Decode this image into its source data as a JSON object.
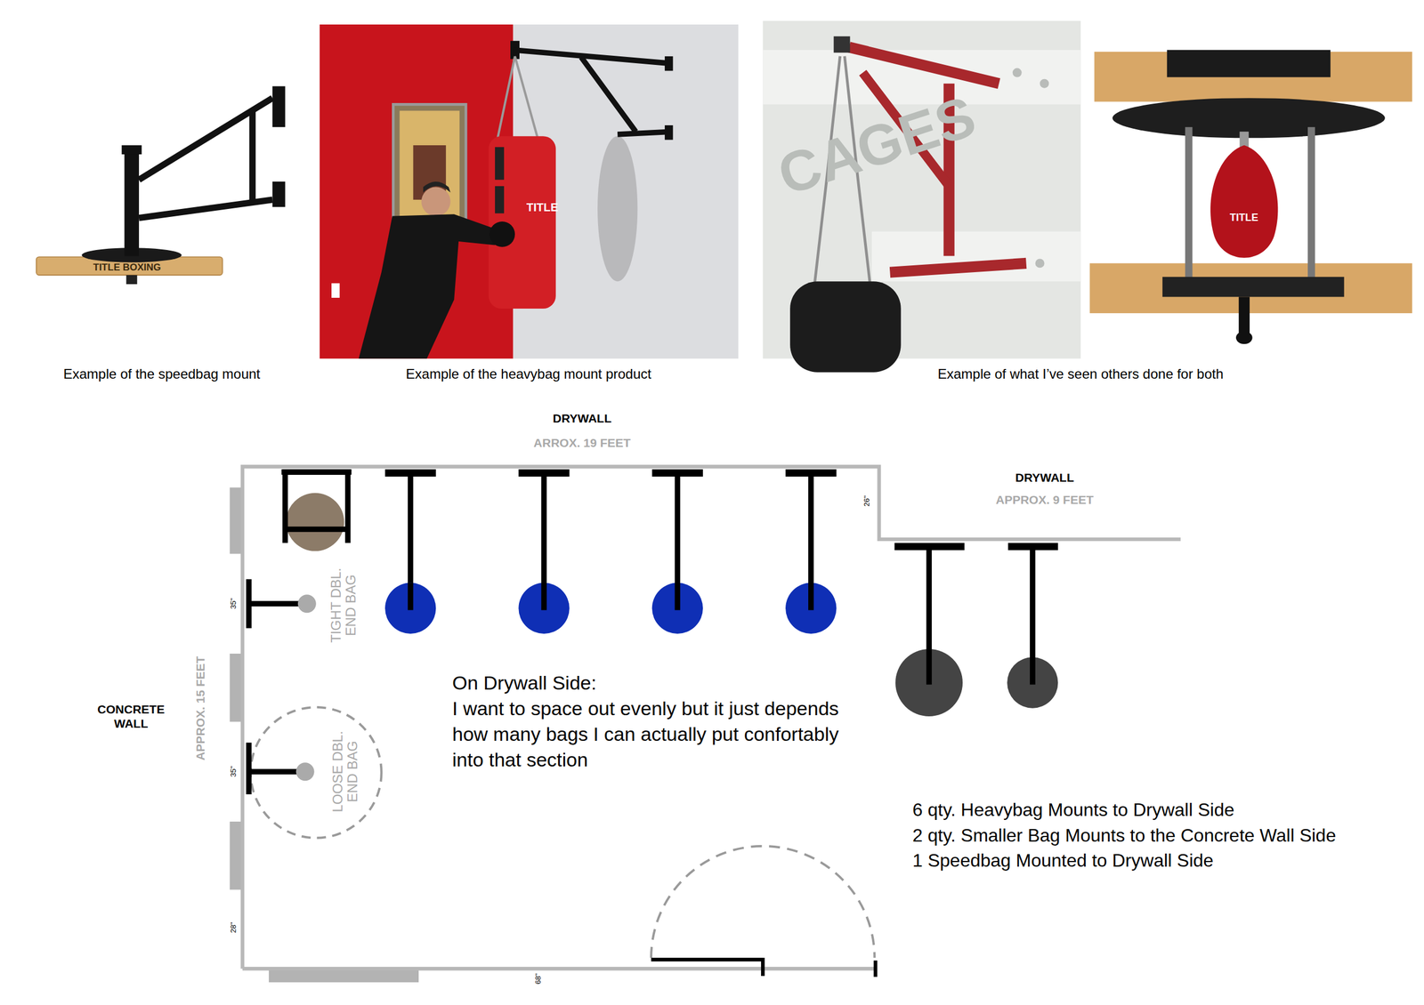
{
  "diagram": {
    "labels": [
      "TITLE BOXING",
      "TITLE",
      "CAGES",
      "TITLE",
      "Example of the speedbag mount",
      "Example of the heavybag mount product",
      "Example of what I’ve seen others done for both",
      "DRYWALL",
      "ARROX. 19 FEET",
      "DRYWALL",
      "APPROX. 9 FEET",
      "26\"",
      "35\"",
      "TIGHT DBL. END BAG",
      "CONCRETE WALL",
      "APPROX. 15 FEET",
      "On Drywall Side:",
      "I want to space out evenly but it just depends how many bags I can actually put confortably into that section",
      "35\"",
      "LOOSE DBL. END BAG",
      "6 qty. Heavybag Mounts to Drywall Side",
      "2 qty. Smaller Bag Mounts to the Concrete Wall Side",
      "1 Speedbag Mounted to Drywall Side",
      "28\"",
      "68\""
    ]
  }
}
